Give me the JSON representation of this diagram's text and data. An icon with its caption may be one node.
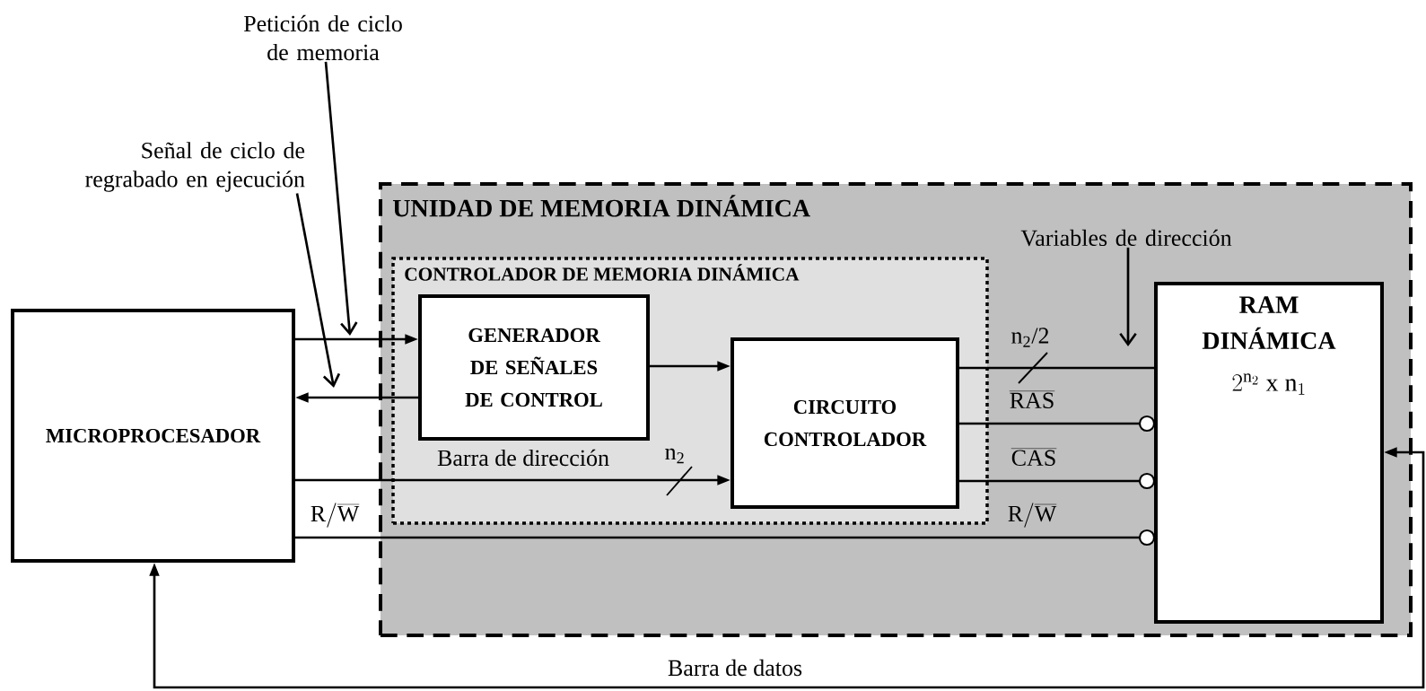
{
  "diagram": {
    "nodes": [
      {
        "text": [
          "Petición de ciclo de memoria"
        ]
      },
      {
        "text": [
          "Señal de ciclo de regrabado en ejecución"
        ]
      },
      {
        "text": [
          "MICROPROCESADOR"
        ]
      },
      {
        "text": [
          "UNIDAD DE MEMORIA DINÁMICA"
        ]
      },
      {
        "text": [
          "CONTROLADOR DE MEMORIA DINÁMICA"
        ],
        "in": 3
      },
      {
        "text": [
          "Variables de dirección"
        ],
        "in": 3
      },
      {
        "text": [
          "GENERADOR DE SEÑALES DE CONTROL"
        ],
        "in": 4
      },
      {
        "text": [
          "CIRCUITO CONTROLADOR"
        ],
        "in": 4
      },
      {
        "text": [
          "RAM DINÁMICA",
          "2^{\\mathrm{n}_2}\\ \\mathrm{x}\\ \\mathrm{n}_1"
        ],
        "in": 3
      }
    ],
    "edges": [
      {
        "from": 2,
        "to": 6,
        "arrow": "to"
      },
      {
        "from": 6,
        "to": 2,
        "arrow": "to"
      },
      {
        "from": 6,
        "to": 7,
        "arrow": "to"
      },
      {
        "from": 2,
        "to": 7,
        "arrow": "to",
        "label": "Barra de dirección"
      },
      {
        "from": 7,
        "to": 8,
        "arrow": "none"
      },
      {
        "from": 7,
        "to": 8,
        "arrow": "other"
      },
      {
        "from": 7,
        "to": 8,
        "arrow": "other"
      },
      {
        "from": 2,
        "to": 8,
        "arrow": "other"
      },
      {
        "from": 8,
        "to": 2,
        "arrow": "both",
        "label": "Barra de datos"
      },
      {
        "from": 0,
        "to": null,
        "arrow": "to"
      },
      {
        "from": 1,
        "to": null,
        "arrow": "to"
      },
      {
        "from": 5,
        "to": null,
        "arrow": "to"
      }
    ],
    "labels": [
      "n$_{2}$/2",
      "\\overline{\\mathrm{RAS}}",
      "n$_{2}$",
      "\\overline{\\mathrm{CAS}}",
      "\\mathrm{R}/\\overline{\\mathrm{W}}",
      "\\mathrm{R}/\\overline{\\mathrm{W}}"
    ]
  }
}
